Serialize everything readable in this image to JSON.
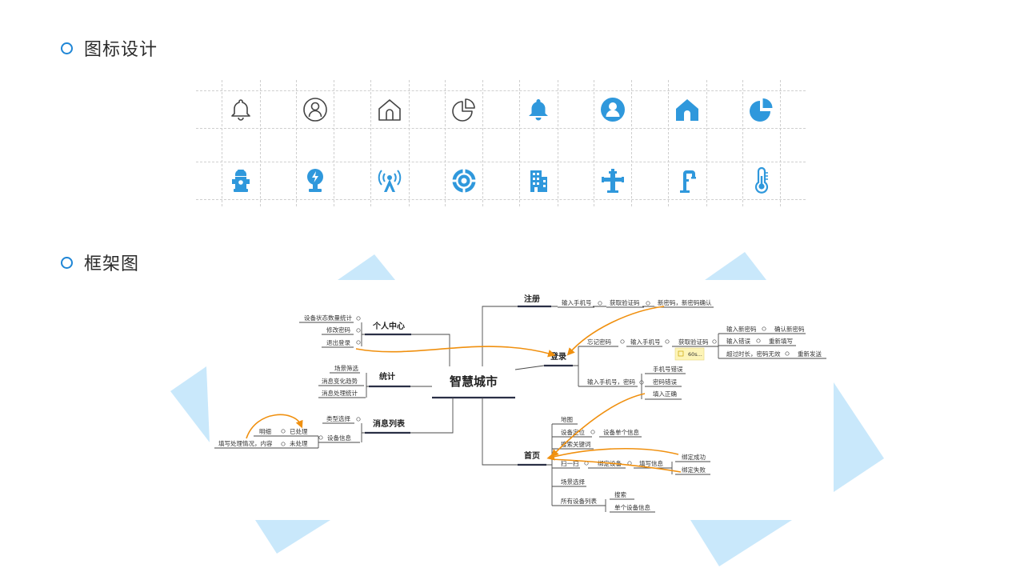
{
  "sections": {
    "icon_design": "图标设计",
    "framework": "框架图"
  },
  "colors": {
    "accent": "#1f86d6",
    "icon_blue": "#2f98dc",
    "icon_outline": "#444444",
    "arrow": "#f0900f",
    "deco": "#c9e8fb"
  },
  "icons": {
    "row1": [
      "bell-outline-icon",
      "user-outline-icon",
      "home-outline-icon",
      "pie-outline-icon",
      "bell-filled-icon",
      "user-filled-icon",
      "home-filled-icon",
      "pie-filled-icon"
    ],
    "row2": [
      "fire-hydrant-icon",
      "power-plug-icon",
      "signal-tower-icon",
      "target-icon",
      "building-icon",
      "water-pipe-icon",
      "faucet-icon",
      "thermometer-icon"
    ]
  },
  "mindmap": {
    "center": "智慧城市",
    "register": {
      "title": "注册",
      "items": [
        "输入手机号",
        "获取验证码",
        "新密码，新密码确认"
      ]
    },
    "personal": {
      "title": "个人中心",
      "items": [
        "设备状态数量统计",
        "修改密码",
        "退出登录"
      ]
    },
    "stats": {
      "title": "统计",
      "items": [
        "场景筛选",
        "消息变化趋势",
        "消息处理统计"
      ]
    },
    "messages": {
      "title": "消息列表",
      "type_filter": "类型选择",
      "device_info": "设备信息",
      "detail": "明细",
      "processed": "已处理",
      "fill_process": "填写处理情况，内容",
      "unprocessed": "未处理"
    },
    "login": {
      "title": "登录",
      "forgot": "忘记密码",
      "phone": "输入手机号",
      "get_code": "获取验证码",
      "new_pwd": "输入新密码",
      "confirm_pwd": "确认新密码",
      "wrong_input": "输入错误",
      "refill": "重新填写",
      "timeout": "超过时长，密码无效",
      "resend": "重新发送",
      "countdown": "60s...",
      "phone_pwd": "输入手机号，密码",
      "phone_wrong": "手机号错误",
      "pwd_wrong": "密码错误",
      "correct": "填入正确"
    },
    "home": {
      "title": "首页",
      "map": "地图",
      "locate": "设备定位",
      "single_info": "设备单个信息",
      "search_kw": "搜索关键词",
      "scan": "扫一扫",
      "bind_device": "绑定设备",
      "fill_info": "填写信息",
      "bind_ok": "绑定成功",
      "bind_fail": "绑定失败",
      "scene": "场景选择",
      "all_devices": "所有设备列表",
      "search": "搜索",
      "device_info": "单个设备信息"
    }
  }
}
